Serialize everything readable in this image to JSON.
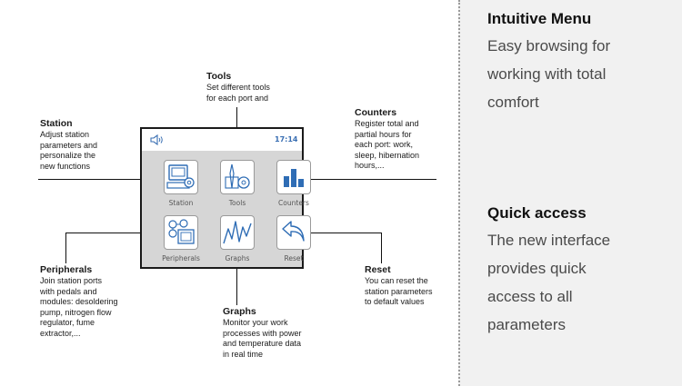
{
  "annotations": {
    "station": {
      "title": "Station",
      "desc": "Adjust station\nparameters and\npersonalize the\nnew functions"
    },
    "tools": {
      "title": "Tools",
      "desc": "Set different tools\nfor each port and"
    },
    "counters": {
      "title": "Counters",
      "desc": "Register total and\npartial hours for\neach port: work,\nsleep, hibernation\nhours,..."
    },
    "peripherals": {
      "title": "Peripherals",
      "desc": "Join station ports\nwith pedals and\nmodules: desoldering\npump, nitrogen flow\nregulator, fume\nextractor,..."
    },
    "graphs": {
      "title": "Graphs",
      "desc": "Monitor your work\nprocesses with power\nand temperature data\nin real time"
    },
    "reset": {
      "title": "Reset",
      "desc": "You can reset the\nstation parameters\nto default values"
    }
  },
  "screen": {
    "clock": "17:14",
    "buttons": {
      "station": {
        "label": "Station",
        "icon": "station-icon"
      },
      "tools": {
        "label": "Tools",
        "icon": "tools-icon"
      },
      "counters": {
        "label": "Counters",
        "icon": "counters-icon"
      },
      "peripherals": {
        "label": "Peripherals",
        "icon": "peripherals-icon"
      },
      "graphs": {
        "label": "Graphs",
        "icon": "graphs-icon"
      },
      "reset": {
        "label": "Reset",
        "icon": "reset-icon"
      }
    },
    "colors": {
      "icon_blue": "#2f6db5",
      "screen_bg": "#d6d6d6",
      "clock": "#3a6fb3"
    }
  },
  "panel": {
    "intuitive": {
      "title": "Intuitive Menu",
      "desc": "Easy browsing for\nworking with total\ncomfort"
    },
    "quick": {
      "title": "Quick access",
      "desc": "The new interface\nprovides quick\naccess to all\nparameters"
    }
  }
}
